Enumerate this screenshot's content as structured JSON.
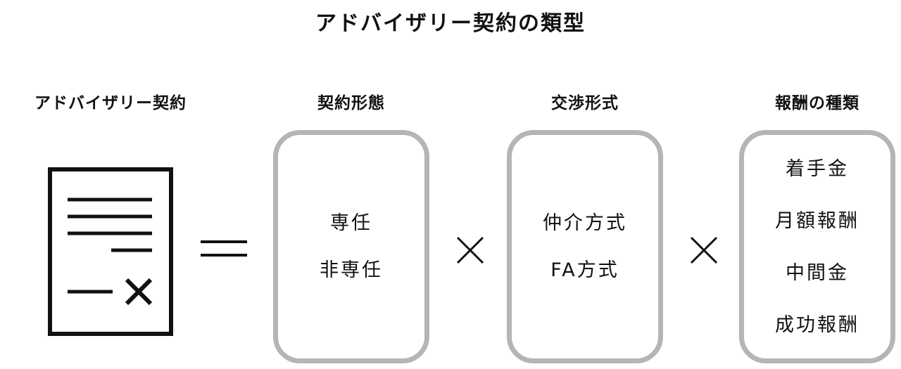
{
  "title": "アドバイザリー契約の類型",
  "contract": {
    "label": "アドバイザリー契約"
  },
  "columns": [
    {
      "label": "契約形態",
      "items": [
        "専任",
        "非専任"
      ]
    },
    {
      "label": "交渉形式",
      "items": [
        "仲介方式",
        "FA方式"
      ]
    },
    {
      "label": "報酬の種類",
      "items": [
        "着手金",
        "月額報酬",
        "中間金",
        "成功報酬"
      ]
    }
  ],
  "icons": {
    "document": "document-icon",
    "equals": "equals-icon",
    "multiply": "multiply-icon"
  },
  "colors": {
    "text": "#111111",
    "card_border": "#b5b5b5",
    "background": "#ffffff"
  }
}
